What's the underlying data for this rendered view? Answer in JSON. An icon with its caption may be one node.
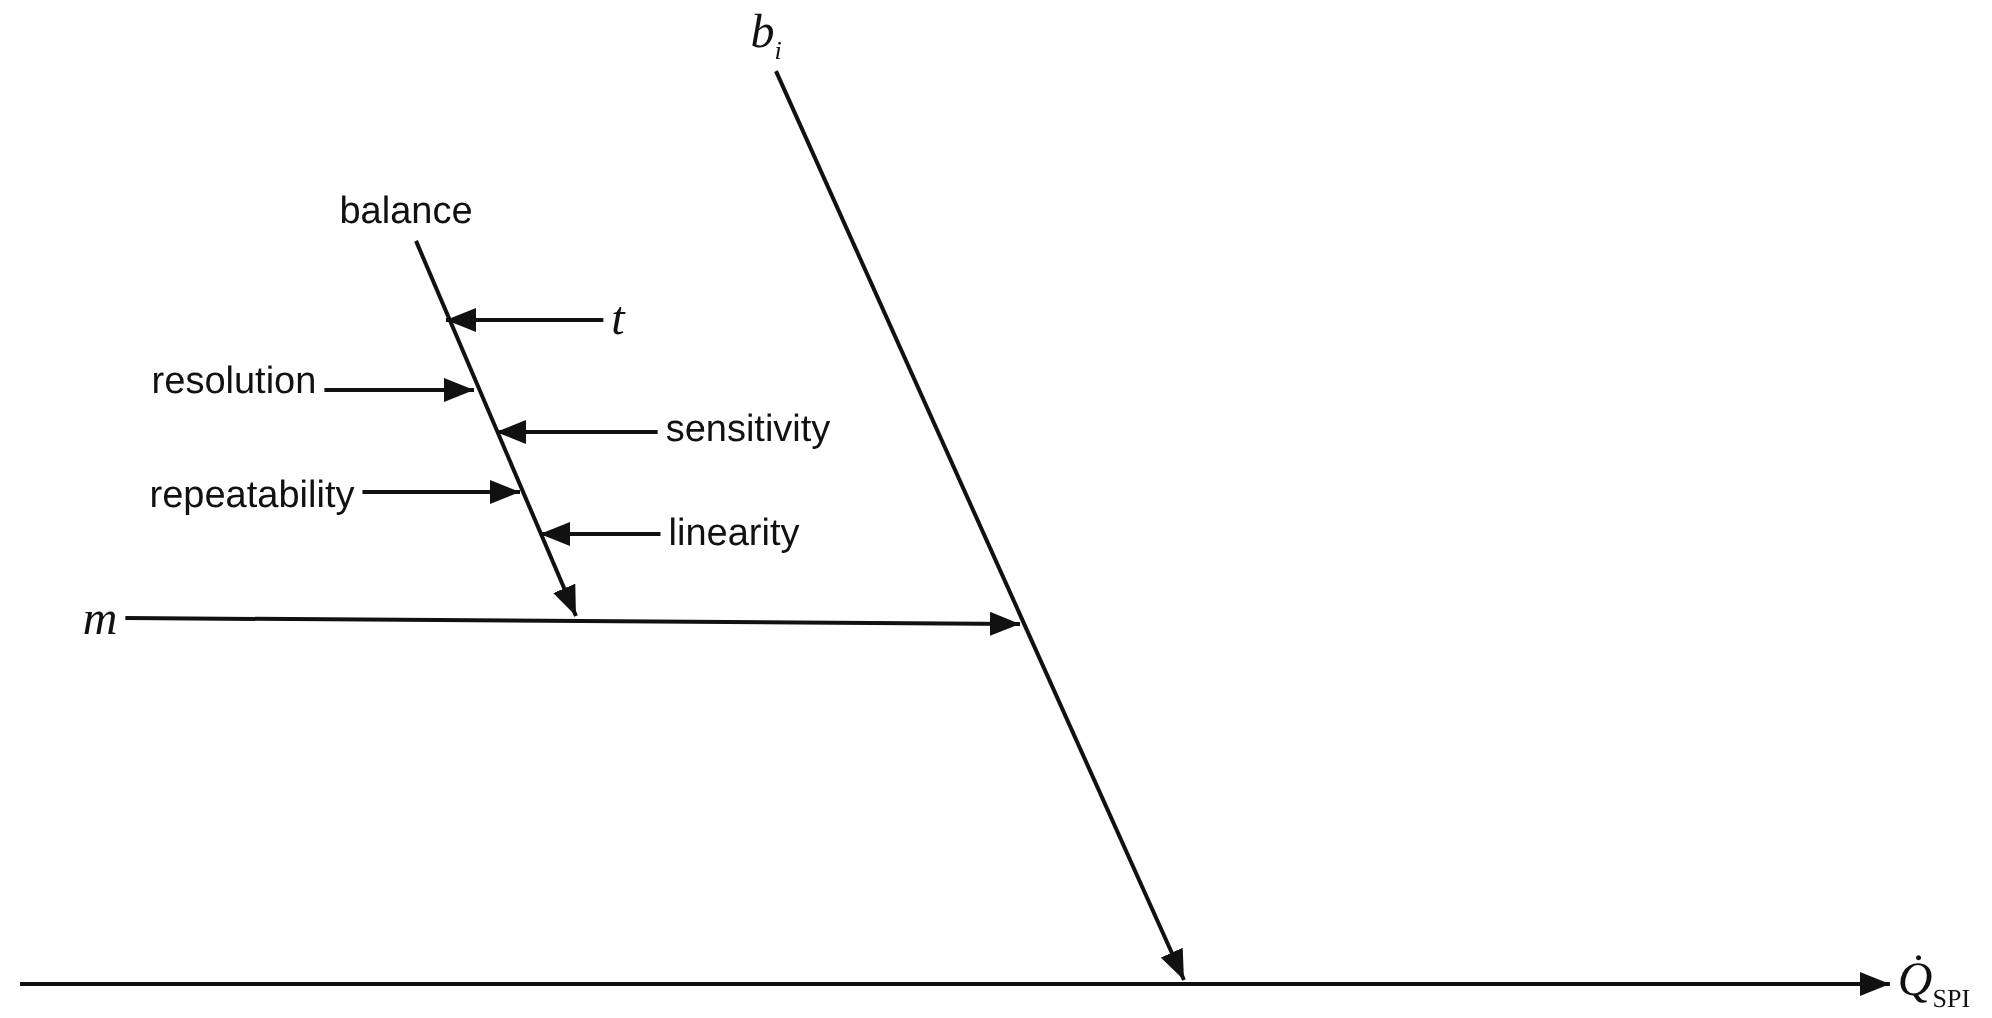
{
  "diagram": {
    "nodes": [
      {
        "text": [
          "balance"
        ]
      },
      {
        "text": [
          "t"
        ]
      },
      {
        "text": [
          "resolution"
        ]
      },
      {
        "text": [
          "sensitivity"
        ]
      },
      {
        "text": [
          "repeatability"
        ]
      },
      {
        "text": [
          "linearity"
        ]
      },
      {
        "text": [
          "m"
        ]
      },
      {
        "text": [
          "b$_{i}$"
        ]
      },
      {
        "text": [
          "*Q̇*$_{SPI}$"
        ]
      }
    ],
    "edges": [
      {
        "from": null,
        "to": 8,
        "arrow": "to"
      },
      {
        "from": 7,
        "to": null,
        "arrow": "to"
      },
      {
        "from": 6,
        "to": null,
        "arrow": "to"
      },
      {
        "from": 0,
        "to": null,
        "arrow": "to"
      },
      {
        "from": 1,
        "to": null,
        "arrow": "to"
      },
      {
        "from": 2,
        "to": null,
        "arrow": "to"
      },
      {
        "from": 3,
        "to": null,
        "arrow": "to"
      },
      {
        "from": 4,
        "to": null,
        "arrow": "to"
      },
      {
        "from": 5,
        "to": null,
        "arrow": "to"
      }
    ]
  }
}
